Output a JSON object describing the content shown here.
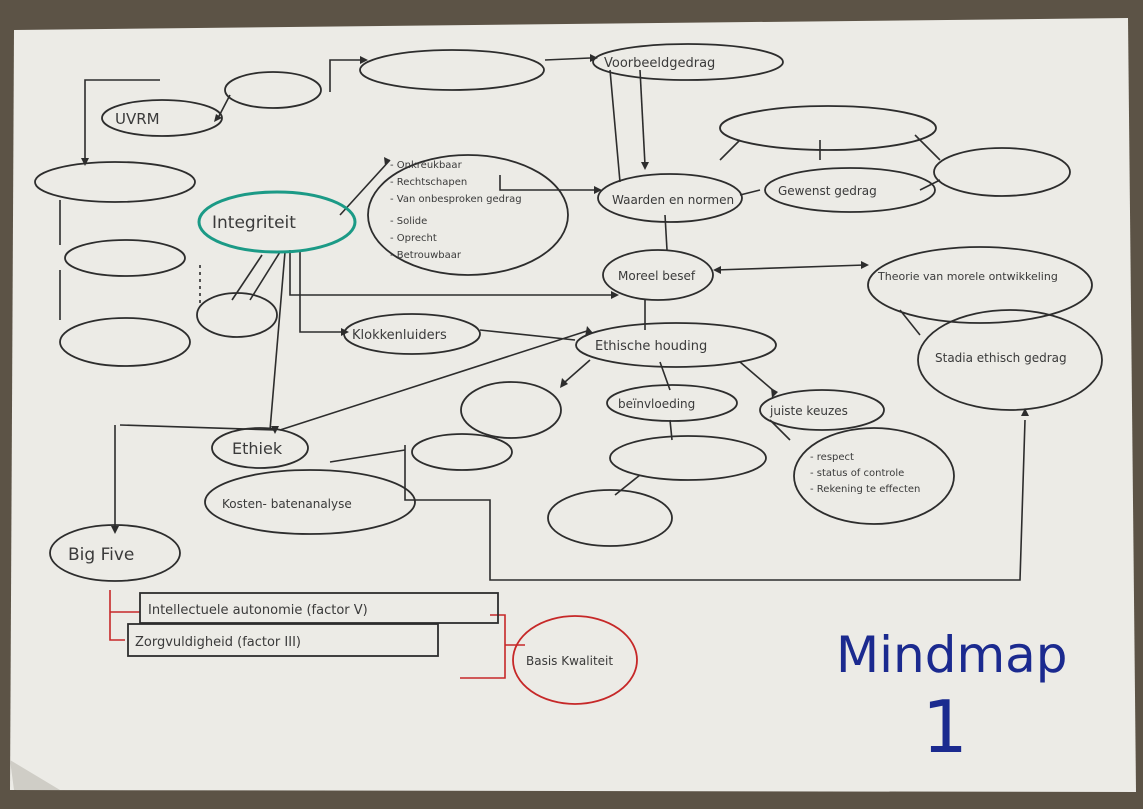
{
  "photo": {
    "subject": "handwritten mind map on white paper",
    "colors": {
      "ink": "#2d2d2d",
      "accent_teal": "#1b9a86",
      "accent_red": "#c62828",
      "title_blue": "#1b2a8f",
      "paper": "#ecebe6",
      "table": "#5c5346"
    }
  },
  "nodes": {
    "uvrm": "UVRM",
    "integriteit": "Integriteit",
    "waarden_en_normen": "Waarden en normen",
    "moreel_besef": "Moreel besef",
    "klokkenluiders": "Klokkenluiders",
    "ethiek": "Ethiek",
    "kosten_batenanalyse": "Kosten- batenanalyse",
    "big_five": "Big Five",
    "ethische_houding": "Ethische houding",
    "gewenst_gedrag": "Gewenst gedrag",
    "stadia_ethisch_gedrag": "Stadia ethisch gedrag",
    "theorie_morele_ontwikkeling": "Theorie van morele ontwikkeling",
    "voorbeeldgedrag": "Voorbeeldgedrag",
    "beinvloeding": "beïnvloeding",
    "juiste_keuzes": "juiste keuzes",
    "basis_kwaliteit": "Basis Kwaliteit",
    "intellectuele_autonomie": "Intellectuele autonomie (factor V)",
    "zorgvuldigheid": "Zorgvuldigheid (factor III)"
  },
  "integriteit_list": [
    "- Onkreukbaar",
    "- Rechtschapen",
    "- Van onbesproken gedrag",
    "- Solide",
    "- Oprecht",
    "- Betrouwbaar"
  ],
  "juiste_keuzes_list": [
    "- respect",
    "- status of controle",
    "- Rekening te effecten"
  ],
  "title": {
    "word": "Mindmap",
    "number": "1"
  }
}
